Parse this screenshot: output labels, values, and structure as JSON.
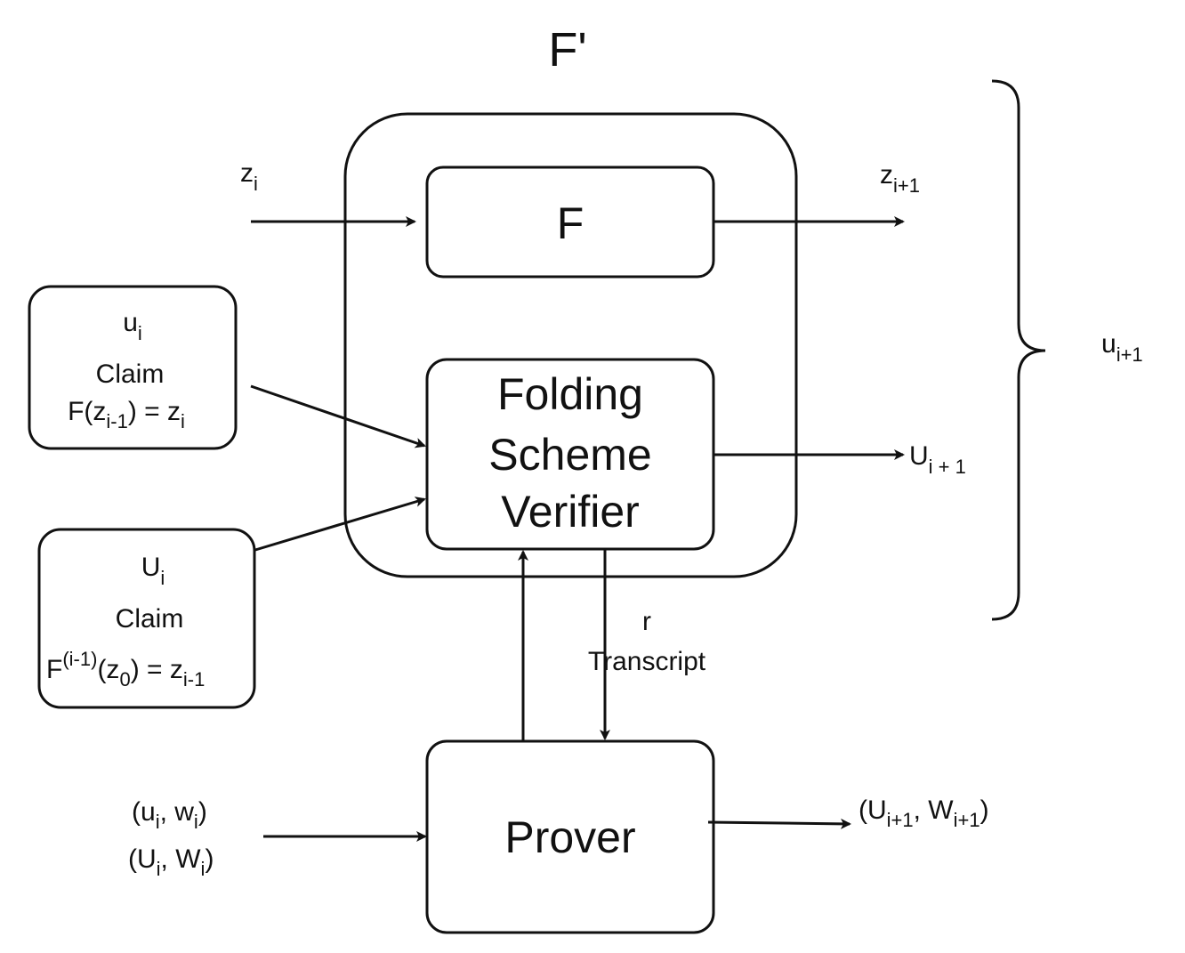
{
  "title": "F'",
  "nodes": {
    "f": {
      "label": "F"
    },
    "verifier": {
      "lines": [
        "Folding",
        "Scheme",
        "Verifier"
      ]
    },
    "prover": {
      "label": "Prover"
    },
    "ui_claim": {
      "var": "u",
      "var_sub": "i",
      "claim": "Claim",
      "eq_prefix": "F(z",
      "eq_sub": "i-1",
      "eq_mid": ") = z",
      "eq_end_sub": "i"
    },
    "Ui_claim": {
      "var": "U",
      "var_sub": "i",
      "claim": "Claim",
      "eq_F": "F",
      "eq_sup": "(i-1)",
      "eq_arg": "(z",
      "eq_arg_sub": "0",
      "eq_mid": ") = z",
      "eq_end_sub": "i-1"
    }
  },
  "labels": {
    "zi": {
      "base": "z",
      "sub": "i"
    },
    "zi1": {
      "base": "z",
      "sub": "i+1"
    },
    "Ui1": {
      "base": "U",
      "sub": "i + 1"
    },
    "ui1": {
      "base": "u",
      "sub": "i+1"
    },
    "r": "r",
    "transcript": "Transcript",
    "prover_in_1": {
      "p1": "(u",
      "s1": "i",
      "p2": ", w",
      "s2": "i",
      "p3": ")"
    },
    "prover_in_2": {
      "p1": "(U",
      "s1": "i",
      "p2": ", W",
      "s2": "i",
      "p3": ")"
    },
    "prover_out": {
      "p1": "(U",
      "s1": "i+1",
      "p2": ", W",
      "s2": "i+1",
      "p3": ")"
    }
  }
}
